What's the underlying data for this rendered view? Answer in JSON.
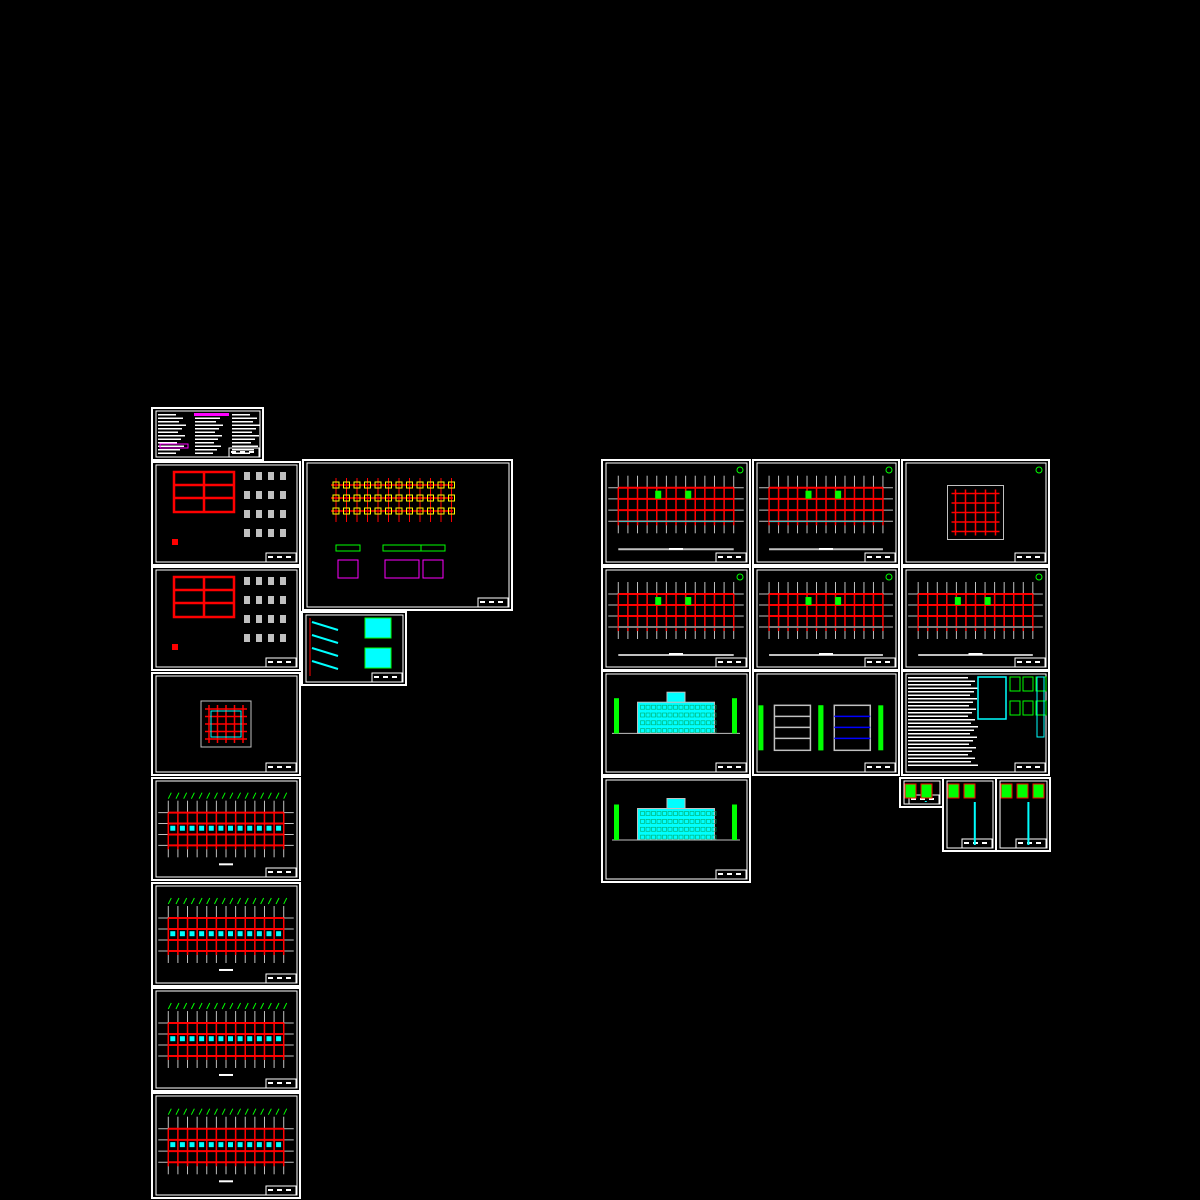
{
  "canvas": {
    "background": "#000000"
  },
  "colors": {
    "frame": "#ffffff",
    "column_grid": "#ff0000",
    "wall": "#00ff00",
    "glazing": "#00ffff",
    "footing": "#ffff00",
    "detail": "#ff00ff",
    "annotation": "#c0c0c0",
    "section": "#0000ff"
  },
  "sheet_groups": [
    {
      "name": "structural",
      "sheet_kinds": [
        "notes",
        "frame-elevation",
        "frame-elevation",
        "plan-small",
        "beam-plan",
        "beam-plan",
        "beam-plan",
        "beam-plan",
        "foundation",
        "stair-detail"
      ]
    },
    {
      "name": "architectural",
      "sheet_kinds": [
        "floor-plan",
        "floor-plan",
        "roof-plan",
        "floor-plan",
        "floor-plan",
        "floor-plan",
        "elevation",
        "section",
        "notes-schedule",
        "elevation",
        "detail",
        "detail",
        "detail"
      ]
    }
  ]
}
